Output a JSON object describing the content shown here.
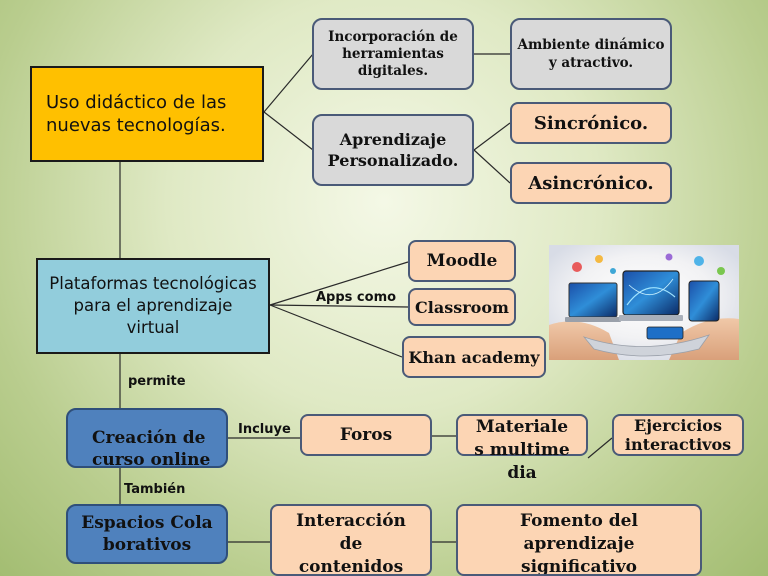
{
  "nodes": {
    "uso_didactico": "Uso didáctico de las nuevas tecnologías.",
    "incorporacion": "Incorporación de herramientas digitales.",
    "ambiente": "Ambiente dinámico y atractivo.",
    "aprendizaje_personalizado": "Aprendizaje Personalizado.",
    "sincronico": "Sincrónico.",
    "asincronico": "Asincrónico.",
    "plataformas": "Plataformas tecnológicas para el aprendizaje virtual",
    "moodle": "Moodle",
    "classroom": "Classroom",
    "khan": "Khan academy",
    "creacion": "Creación de curso online",
    "foros": "Foros",
    "materiales": "Materiales multimedia",
    "ejercicios": "Ejercicios interactivos",
    "espacios": "Espacios Colaborativos",
    "interaccion": "Interacción de contenidos",
    "fomento": "Fomento del aprendizaje significativo"
  },
  "labels": {
    "apps_como": "Apps  como",
    "permite": "permite",
    "incluye": "Incluye",
    "tambien": "También"
  },
  "colors": {
    "yellow": "#ffc000",
    "cyan": "#92cddc",
    "gray": "#d9d9d9",
    "peach": "#fcd5b4",
    "blue": "#4f81bd"
  },
  "image_icon": "hands-holding-devices-image"
}
